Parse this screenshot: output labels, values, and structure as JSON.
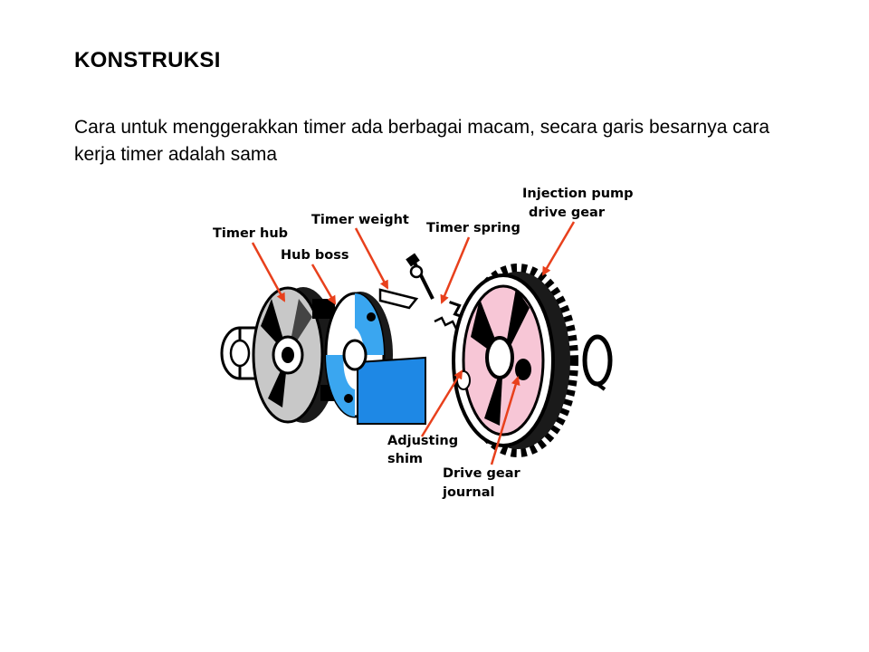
{
  "slide": {
    "title": "KONSTRUKSI",
    "paragraph": "Cara untuk menggerakkan timer ada berbagai macam, secara garis besarnya cara kerja timer adalah sama"
  },
  "diagram": {
    "labels": {
      "timer_hub": "Timer hub",
      "hub_boss": "Hub boss",
      "timer_weight": "Timer weight",
      "timer_spring": "Timer spring",
      "injection_pump_line1": "Injection pump",
      "injection_pump_line2": "drive gear",
      "adjusting_line1": "Adjusting",
      "adjusting_line2": "shim",
      "journal_line1": "Drive gear",
      "journal_line2": "journal"
    },
    "colors": {
      "arrow": "#e8401c",
      "hub_fill": "#c8c8c8",
      "weight_fill": "#1e88e5",
      "gear_fill": "#f7c6d6"
    }
  }
}
